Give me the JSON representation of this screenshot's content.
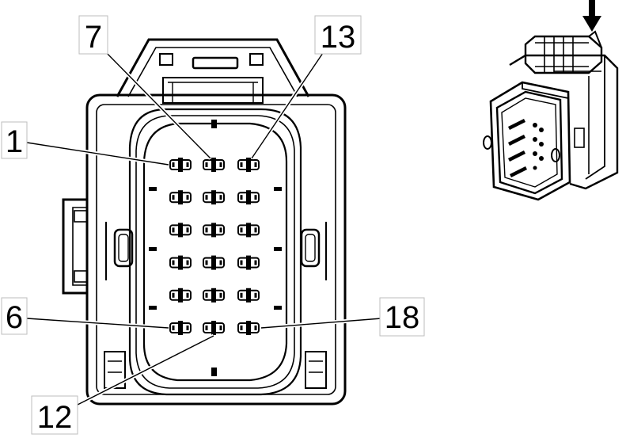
{
  "diagram": {
    "pin_labels": [
      {
        "id": "1",
        "text": "1"
      },
      {
        "id": "6",
        "text": "6"
      },
      {
        "id": "7",
        "text": "7"
      },
      {
        "id": "12",
        "text": "12"
      },
      {
        "id": "13",
        "text": "13"
      },
      {
        "id": "18",
        "text": "18"
      }
    ],
    "connector": {
      "rows": 6,
      "columns": 3,
      "cavity_count": 18
    },
    "insertion_arrow": "down-arrow-icon"
  }
}
